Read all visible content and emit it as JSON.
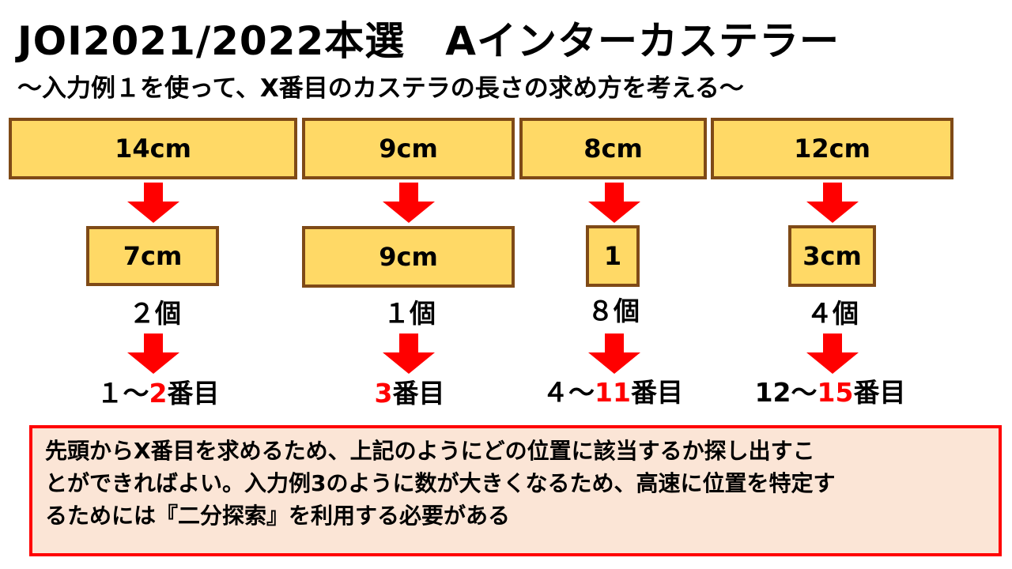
{
  "title": "JOI2021/2022本選　Aインターカステラー",
  "subtitle": "～入力例１を使って、X番目のカステラの長さの求め方を考える～",
  "columns": [
    {
      "original": "14cm",
      "reduced": "7cm",
      "count": "２個",
      "range_prefix": "１～",
      "range_highlight": "2",
      "range_suffix": "番目"
    },
    {
      "original": "9cm",
      "reduced": "9cm",
      "count": "１個",
      "range_prefix": "",
      "range_highlight": "3",
      "range_suffix": "番目"
    },
    {
      "original": "8cm",
      "reduced": "1",
      "count": "８個",
      "range_prefix": "４～",
      "range_highlight": "11",
      "range_suffix": "番目"
    },
    {
      "original": "12cm",
      "reduced": "3cm",
      "count": "４個",
      "range_prefix": "12～",
      "range_highlight": "15",
      "range_suffix": "番目"
    }
  ],
  "note": {
    "line1": "先頭からX番目を求めるため、上記のようにどの位置に該当するか探し出すこ",
    "line2": "とができればよい。入力例3のように数が大きくなるため、高速に位置を特定す",
    "line3": "るためには『二分探索』を利用する必要がある"
  },
  "colors": {
    "box_fill": "#ffd966",
    "box_border": "#7f4a17",
    "arrow": "#ff0000",
    "highlight": "#ff0000",
    "note_fill": "#fbe5d6",
    "note_border": "#ff0000"
  }
}
